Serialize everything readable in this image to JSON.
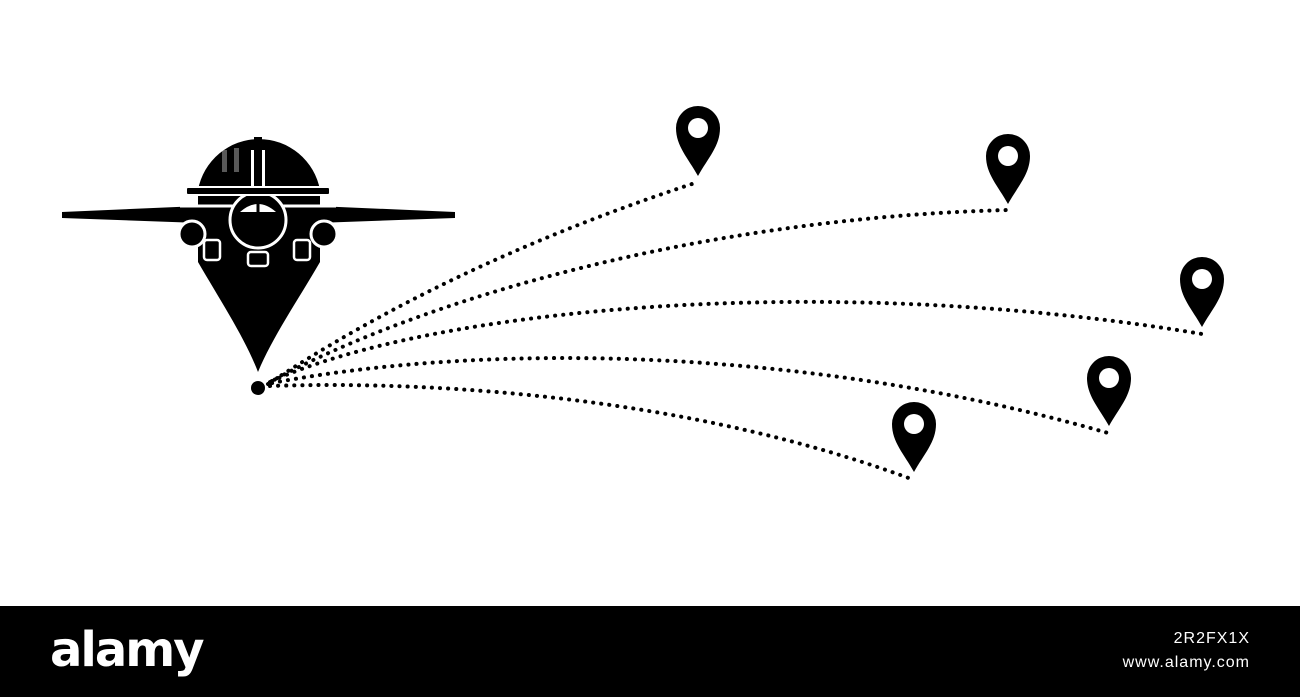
{
  "illustration": {
    "origin_icon": "airplane-in-location-pin-icon",
    "destination_icon": "map-pin-icon",
    "route_style": "dotted",
    "destination_count": 5,
    "ink_color": "#000000",
    "background_color": "#ffffff"
  },
  "footer": {
    "brand": "alamy",
    "image_id": "2R2FX1X",
    "url": "www.alamy.com",
    "background_color": "#000000",
    "text_color": "#ffffff"
  }
}
